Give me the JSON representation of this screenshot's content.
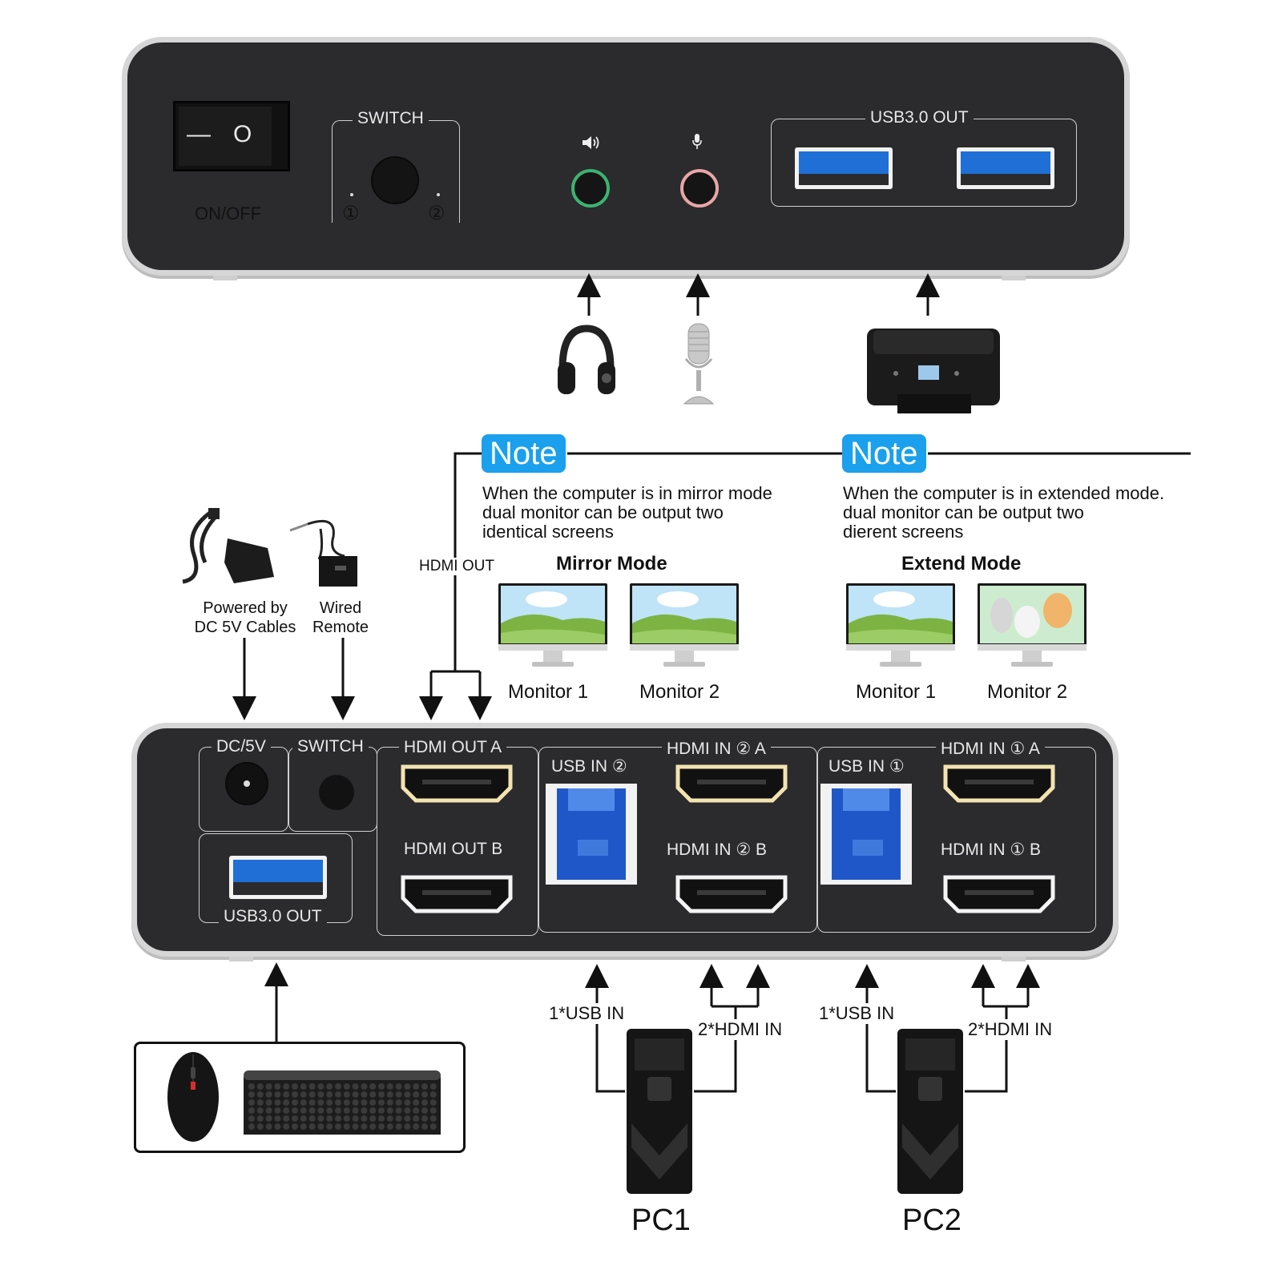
{
  "front_panel": {
    "power_label": "ON/OFF",
    "power_on_symbol": "—",
    "power_off_symbol": "O",
    "switch_label": "SWITCH",
    "switch_port1": "①",
    "switch_port2": "②",
    "usb_out_label": "USB3.0 OUT",
    "audio_icon": "speaker-icon",
    "mic_icon": "microphone-icon",
    "audio_jack_color": "#3cb371",
    "mic_jack_color": "#e8a6a6"
  },
  "peripherals": {
    "headphones_icon": "headphones-icon",
    "mic_device_icon": "microphone-icon",
    "printer_icon": "printer-icon"
  },
  "notes": [
    {
      "badge": "Note",
      "lines": [
        "When the computer is in mirror mode",
        "dual monitor can be output two",
        "identical screens"
      ],
      "mode_title": "Mirror Mode",
      "monitors": [
        "Monitor 1",
        "Monitor 2"
      ]
    },
    {
      "badge": "Note",
      "lines": [
        "When the computer is in extended mode.",
        "dual monitor can be output two",
        "dierent screens"
      ],
      "mode_title": "Extend Mode",
      "monitors": [
        "Monitor 1",
        "Monitor 2"
      ]
    }
  ],
  "hdmi_out_label": "HDMI OUT",
  "accessories": {
    "power_line1": "Powered by",
    "power_line2": "DC 5V Cables",
    "remote_line1": "Wired",
    "remote_line2": "Remote"
  },
  "rear_panel": {
    "dc_label": "DC/5V",
    "switch_label": "SWITCH",
    "usb_out_label": "USB3.0 OUT",
    "hdmi_out_a": "HDMI OUT A",
    "hdmi_out_b": "HDMI OUT B",
    "usb_in_2": "USB IN ②",
    "hdmi_in_2a": "HDMI IN ② A",
    "hdmi_in_2b": "HDMI IN ② B",
    "usb_in_1": "USB IN ①",
    "hdmi_in_1a": "HDMI IN ① A",
    "hdmi_in_1b": "HDMI IN ① B",
    "usb_b_color": "#1f57c8",
    "hdmi_gold": "#f2e3b0"
  },
  "pcs": [
    {
      "name": "PC1",
      "usb_label": "1*USB IN",
      "hdmi_label": "2*HDMI IN"
    },
    {
      "name": "PC2",
      "usb_label": "1*USB IN",
      "hdmi_label": "2*HDMI IN"
    }
  ],
  "input_devices": {
    "mouse_icon": "mouse-icon",
    "keyboard_icon": "keyboard-icon"
  },
  "colors": {
    "panel": "#2b2b2d",
    "bezel": "#d6d6d6",
    "note_blue": "#1aa0ec"
  }
}
